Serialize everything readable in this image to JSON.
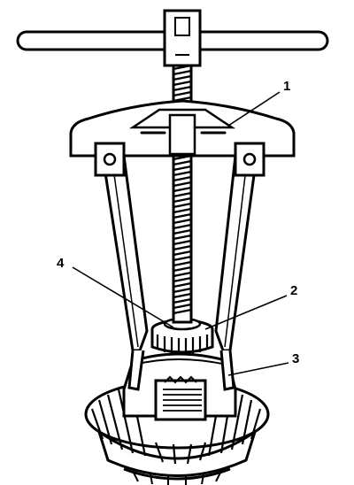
{
  "diagram": {
    "labels": [
      {
        "id": "1",
        "text": "1"
      },
      {
        "id": "2",
        "text": "2"
      },
      {
        "id": "3",
        "text": "3"
      },
      {
        "id": "4",
        "text": "4"
      }
    ]
  }
}
